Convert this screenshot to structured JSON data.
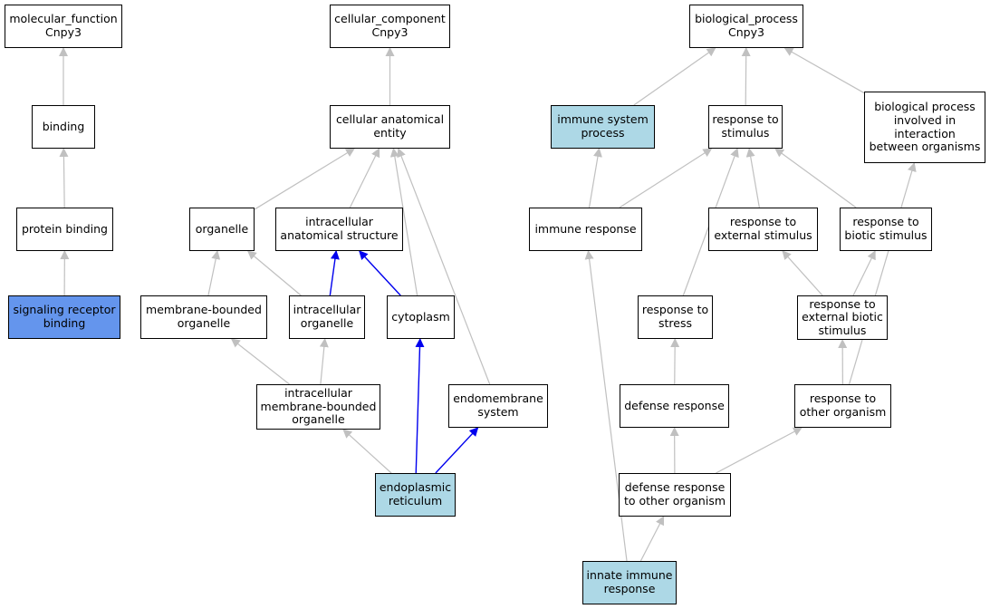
{
  "nodes": [
    {
      "id": "mf",
      "label": "molecular_function\nCnpy3",
      "style": "plain"
    },
    {
      "id": "binding",
      "label": "binding",
      "style": "plain"
    },
    {
      "id": "protein_binding",
      "label": "protein binding",
      "style": "plain"
    },
    {
      "id": "srb",
      "label": "signaling receptor\nbinding",
      "style": "dark"
    },
    {
      "id": "cc",
      "label": "cellular_component\nCnpy3",
      "style": "plain"
    },
    {
      "id": "cae",
      "label": "cellular anatomical\nentity",
      "style": "plain"
    },
    {
      "id": "organelle",
      "label": "organelle",
      "style": "plain"
    },
    {
      "id": "ias",
      "label": "intracellular\nanatomical structure",
      "style": "plain"
    },
    {
      "id": "mbo",
      "label": "membrane-bounded\norganelle",
      "style": "plain"
    },
    {
      "id": "io",
      "label": "intracellular\norganelle",
      "style": "plain"
    },
    {
      "id": "cytoplasm",
      "label": "cytoplasm",
      "style": "plain"
    },
    {
      "id": "imbo",
      "label": "intracellular\nmembrane-bounded\norganelle",
      "style": "plain"
    },
    {
      "id": "endomem",
      "label": "endomembrane\nsystem",
      "style": "plain"
    },
    {
      "id": "er",
      "label": "endoplasmic\nreticulum",
      "style": "light"
    },
    {
      "id": "bp",
      "label": "biological_process\nCnpy3",
      "style": "plain"
    },
    {
      "id": "isp",
      "label": "immune system\nprocess",
      "style": "light"
    },
    {
      "id": "rts",
      "label": "response to\nstimulus",
      "style": "plain"
    },
    {
      "id": "bpii",
      "label": "biological process\ninvolved in\ninteraction\nbetween organisms",
      "style": "plain"
    },
    {
      "id": "ir",
      "label": "immune response",
      "style": "plain"
    },
    {
      "id": "res",
      "label": "response to\nexternal stimulus",
      "style": "plain"
    },
    {
      "id": "rbs",
      "label": "response to\nbiotic stimulus",
      "style": "plain"
    },
    {
      "id": "rstress",
      "label": "response to\nstress",
      "style": "plain"
    },
    {
      "id": "rebs",
      "label": "response to\nexternal biotic\nstimulus",
      "style": "plain"
    },
    {
      "id": "dr",
      "label": "defense response",
      "style": "plain"
    },
    {
      "id": "rto",
      "label": "response to\nother organism",
      "style": "plain"
    },
    {
      "id": "drto",
      "label": "defense response\nto other organism",
      "style": "plain"
    },
    {
      "id": "iir",
      "label": "innate immune\nresponse",
      "style": "light"
    }
  ],
  "edges": [
    {
      "from": "binding",
      "to": "mf",
      "color": "gray"
    },
    {
      "from": "protein_binding",
      "to": "binding",
      "color": "gray"
    },
    {
      "from": "srb",
      "to": "protein_binding",
      "color": "gray"
    },
    {
      "from": "cae",
      "to": "cc",
      "color": "gray"
    },
    {
      "from": "organelle",
      "to": "cae",
      "color": "gray"
    },
    {
      "from": "ias",
      "to": "cae",
      "color": "gray"
    },
    {
      "from": "cytoplasm",
      "to": "cae",
      "color": "gray"
    },
    {
      "from": "endomem",
      "to": "cae",
      "color": "gray"
    },
    {
      "from": "mbo",
      "to": "organelle",
      "color": "gray"
    },
    {
      "from": "io",
      "to": "organelle",
      "color": "gray"
    },
    {
      "from": "io",
      "to": "ias",
      "color": "blue"
    },
    {
      "from": "cytoplasm",
      "to": "ias",
      "color": "blue"
    },
    {
      "from": "imbo",
      "to": "mbo",
      "color": "gray"
    },
    {
      "from": "imbo",
      "to": "io",
      "color": "gray"
    },
    {
      "from": "er",
      "to": "imbo",
      "color": "gray"
    },
    {
      "from": "er",
      "to": "cytoplasm",
      "color": "blue"
    },
    {
      "from": "er",
      "to": "endomem",
      "color": "blue"
    },
    {
      "from": "isp",
      "to": "bp",
      "color": "gray"
    },
    {
      "from": "rts",
      "to": "bp",
      "color": "gray"
    },
    {
      "from": "bpii",
      "to": "bp",
      "color": "gray"
    },
    {
      "from": "ir",
      "to": "isp",
      "color": "gray"
    },
    {
      "from": "ir",
      "to": "rts",
      "color": "gray"
    },
    {
      "from": "res",
      "to": "rts",
      "color": "gray"
    },
    {
      "from": "rbs",
      "to": "rts",
      "color": "gray"
    },
    {
      "from": "rstress",
      "to": "rts",
      "color": "gray"
    },
    {
      "from": "rebs",
      "to": "res",
      "color": "gray"
    },
    {
      "from": "rebs",
      "to": "rbs",
      "color": "gray"
    },
    {
      "from": "dr",
      "to": "rstress",
      "color": "gray"
    },
    {
      "from": "rto",
      "to": "rebs",
      "color": "gray"
    },
    {
      "from": "rto",
      "to": "bpii",
      "color": "gray"
    },
    {
      "from": "drto",
      "to": "dr",
      "color": "gray"
    },
    {
      "from": "drto",
      "to": "rto",
      "color": "gray"
    },
    {
      "from": "iir",
      "to": "drto",
      "color": "gray"
    },
    {
      "from": "iir",
      "to": "ir",
      "color": "gray"
    }
  ],
  "colors": {
    "gray_edge": "#c0c0c0",
    "blue_edge": "#0000ee",
    "light_fill": "#add8e6",
    "dark_fill": "#6495ed",
    "node_border": "#000000"
  }
}
